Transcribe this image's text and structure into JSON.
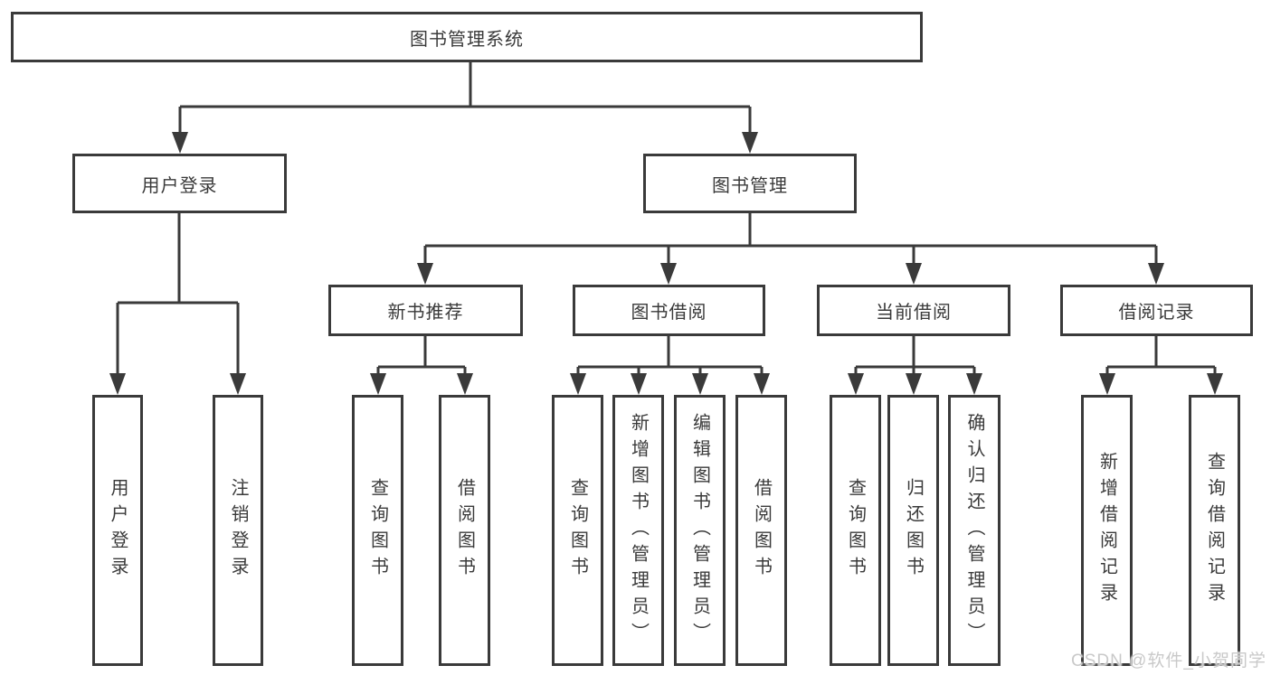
{
  "tree": {
    "label": "图书管理系统",
    "children": [
      {
        "label": "用户登录",
        "children": [
          {
            "label": "用户登录"
          },
          {
            "label": "注销登录"
          }
        ]
      },
      {
        "label": "图书管理",
        "children": [
          {
            "label": "新书推荐",
            "children": [
              {
                "label": "查询图书"
              },
              {
                "label": "借阅图书"
              }
            ]
          },
          {
            "label": "图书借阅",
            "children": [
              {
                "label": "查询图书"
              },
              {
                "label": "新增图书（管理员）"
              },
              {
                "label": "编辑图书（管理员）"
              },
              {
                "label": "借阅图书"
              }
            ]
          },
          {
            "label": "当前借阅",
            "children": [
              {
                "label": "查询图书"
              },
              {
                "label": "归还图书"
              },
              {
                "label": "确认归还（管理员）"
              }
            ]
          },
          {
            "label": "借阅记录",
            "children": [
              {
                "label": "新增借阅记录"
              },
              {
                "label": "查询借阅记录"
              }
            ]
          }
        ]
      }
    ]
  },
  "watermark": {
    "text": "CSDN @软件_小贺同学"
  },
  "colors": {
    "line": "#3a3a3a",
    "text": "#3a3a3a",
    "background": "#ffffff",
    "watermark": "#c9c9c9"
  }
}
